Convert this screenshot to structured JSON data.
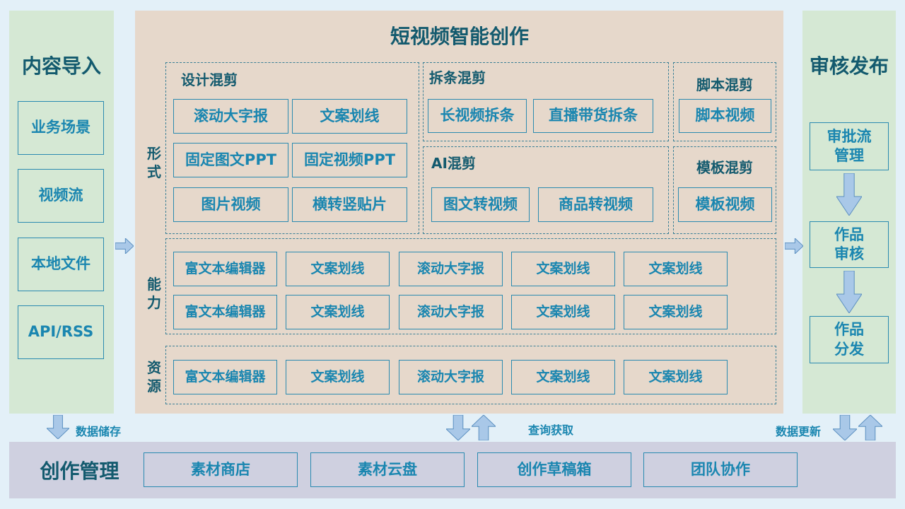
{
  "left": {
    "title": "内容导入",
    "items": [
      "业务场景",
      "视频流",
      "本地文件",
      "API/RSS"
    ]
  },
  "center": {
    "title": "短视频智能创作",
    "row_labels": {
      "form": "形式",
      "ability": "能力",
      "resource": "资源"
    },
    "design": {
      "title": "设计混剪",
      "items": [
        "滚动大字报",
        "文案划线",
        "固定图文PPT",
        "固定视频PPT",
        "图片视频",
        "横转竖贴片"
      ]
    },
    "split": {
      "title": "拆条混剪",
      "items": [
        "长视频拆条",
        "直播带货拆条"
      ]
    },
    "script": {
      "title": "脚本混剪",
      "items": [
        "脚本视频"
      ]
    },
    "ai": {
      "title": "AI混剪",
      "items": [
        "图文转视频",
        "商品转视频"
      ]
    },
    "template": {
      "title": "模板混剪",
      "items": [
        "模板视频"
      ]
    },
    "ability": {
      "rows": [
        [
          "富文本编辑器",
          "文案划线",
          "滚动大字报",
          "文案划线",
          "文案划线"
        ],
        [
          "富文本编辑器",
          "文案划线",
          "滚动大字报",
          "文案划线",
          "文案划线"
        ]
      ]
    },
    "resource": {
      "items": [
        "富文本编辑器",
        "文案划线",
        "滚动大字报",
        "文案划线",
        "文案划线"
      ]
    }
  },
  "right": {
    "title": "审核发布",
    "items": [
      "审批流\n管理",
      "作品\n审核",
      "作品\n分发"
    ]
  },
  "bottom": {
    "title": "创作管理",
    "items": [
      "素材商店",
      "素材云盘",
      "创作草稿箱",
      "团队协作"
    ]
  },
  "flows": {
    "store": "数据储存",
    "query": "查询获取",
    "update": "数据更新"
  }
}
